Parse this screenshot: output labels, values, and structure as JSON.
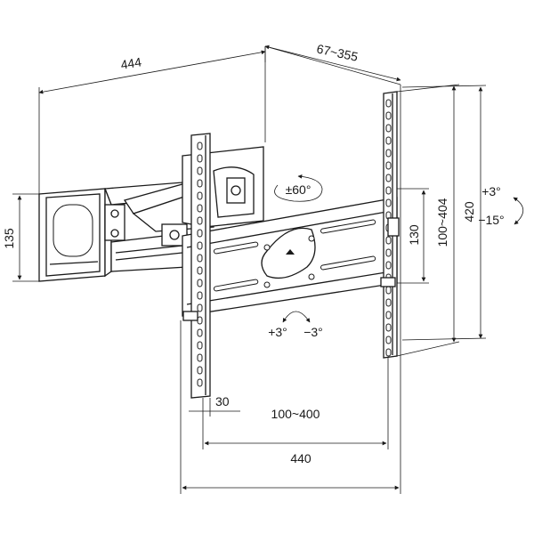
{
  "dimensions": {
    "bracket_width": "444",
    "arm_extension": "67~355",
    "wall_plate_height": "135",
    "mount_height": "420",
    "vertical_hole_spacing": "100~404",
    "vertical_slot_length": "130",
    "horizontal_hole_spacing": "100~400",
    "rail_spacing_small": "30",
    "overall_width": "440"
  },
  "rotations": {
    "swivel": "±60°",
    "tilt_up": "+3°",
    "tilt_down": "−15°",
    "roll_plus": "+3°",
    "roll_minus": "−3°"
  }
}
